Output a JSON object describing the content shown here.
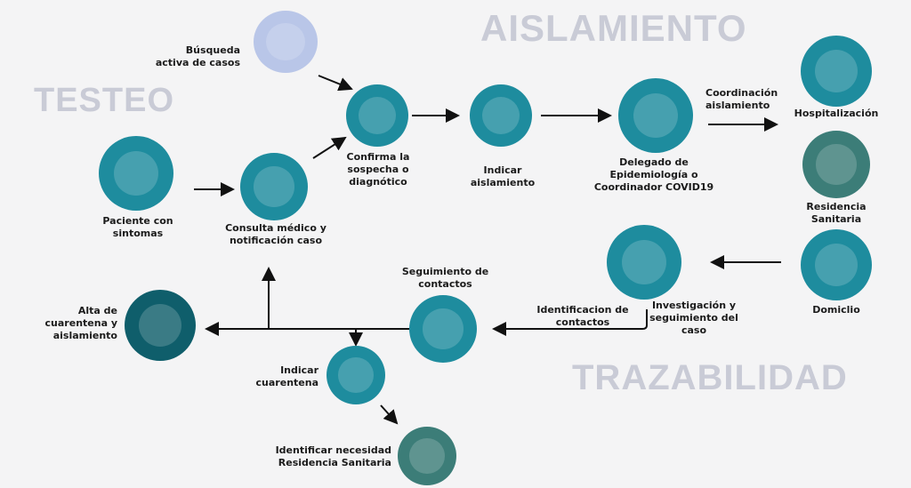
{
  "sections": {
    "testeo": "TESTEO",
    "aislamiento": "AISLAMIENTO",
    "trazabilidad": "TRAZABILIDAD"
  },
  "nodes": {
    "busqueda": "Búsqueda\nactiva de casos",
    "confirma": "Confirma la\nsospecha o\ndiagnótico",
    "indicar_aislamiento": "Indicar\naislamiento",
    "delegado": "Delegado de\nEpidemiología o\nCoordinador COVID19",
    "coordinacion": "Coordinación\naislamiento",
    "hospitalizacion": "Hospitalización",
    "residencia": "Residencia\nSanitaria",
    "domicilio": "Domiclio",
    "investigacion": "Investigación y\nseguimiento del\ncaso",
    "identificacion": "Identificacion de\ncontactos",
    "paciente": "Paciente con\nsintomas",
    "consulta": "Consulta médico y\nnotificación caso",
    "seguimiento": "Seguimiento de\ncontactos",
    "alta": "Alta de\ncuarentena y\naislamiento",
    "indicar_cuarentena": "Indicar\ncuarentena",
    "identificar_necesidad": "Identificar necesidad\nResidencia Sanitaria"
  },
  "colors": {
    "teal": "#1e8c9e",
    "faded": "#c9cbd6"
  }
}
